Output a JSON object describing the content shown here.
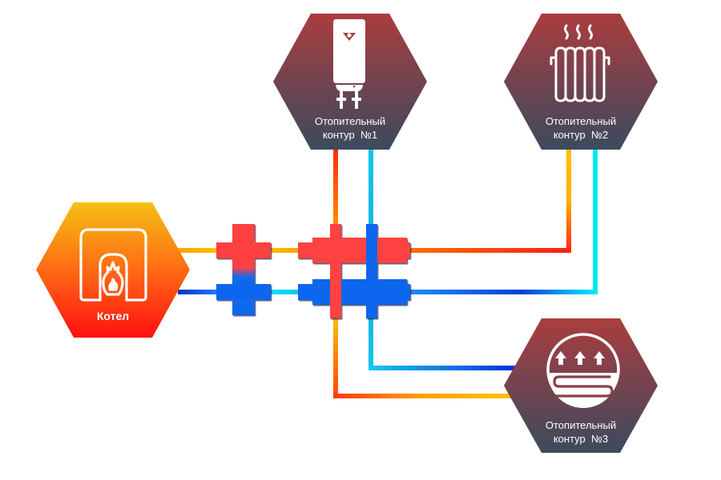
{
  "diagram": {
    "title": "Heating system scheme with hydraulic manifold",
    "colors": {
      "hot": "#ff4444",
      "cold": "#0a6ae8",
      "pipe_hot_a": "#ffbf00",
      "pipe_hot_b": "#ff2a10",
      "pipe_cold_a": "#00e5ff",
      "pipe_cold_b": "#0044dd",
      "boiler_top": "#f6bb15",
      "boiler_bottom": "#ff1010",
      "circuit_top": "#a93f40",
      "circuit_bottom": "#3d4a5c",
      "icon": "#ffffff"
    },
    "nodes": {
      "boiler": {
        "label": "Котел",
        "icon": "boiler-flame-icon"
      },
      "circuit1": {
        "label_line1": "Отопительный",
        "label_line2": "контур  №1",
        "icon": "water-heater-icon"
      },
      "circuit2": {
        "label_line1": "Отопительный",
        "label_line2": "контур  №2",
        "icon": "radiator-icon"
      },
      "circuit3": {
        "label_line1": "Отопительный",
        "label_line2": "контур  №3",
        "icon": "underfloor-heating-icon"
      }
    },
    "components": {
      "hydraulic_separator": "hydraulic-separator",
      "distribution_manifold": "distribution-manifold"
    }
  }
}
